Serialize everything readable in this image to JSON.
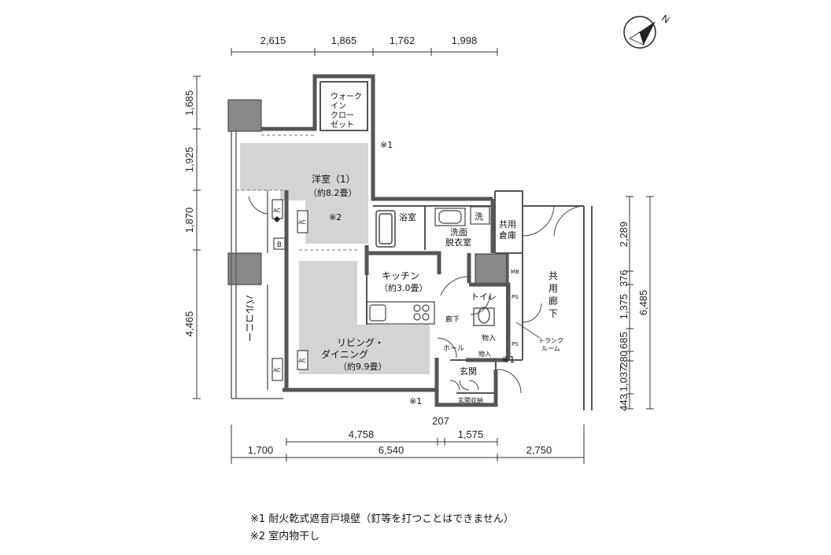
{
  "compass": {
    "north_label": "N",
    "icon": "north-arrow-icon"
  },
  "dimensions": {
    "top": [
      "2,615",
      "1,865",
      "1,762",
      "1,998"
    ],
    "left": [
      "1,685",
      "1,925",
      "1,870",
      "4,465"
    ],
    "right_inner": [
      "2,289",
      "376",
      "1,375",
      "685",
      "280",
      "1,037",
      "443"
    ],
    "right_total": "6,485",
    "bottom_row1": [
      "4,758",
      "207",
      "1,575"
    ],
    "bottom_row2": [
      "1,700",
      "6,540",
      "2,750"
    ]
  },
  "rooms": {
    "wic": [
      "ウォーク",
      "イン",
      "クロー",
      "ゼット"
    ],
    "western_room": "洋室（1）",
    "western_room_area": "（約8.2畳）",
    "laundry_note": "※2",
    "bath": "浴室",
    "washing_machine": "洗",
    "dressing_1": "洗面",
    "dressing_2": "脱衣室",
    "kitchen": "キッチン",
    "kitchen_area": "（約3.0畳）",
    "toilet": "トイレ",
    "corridor": "廊下",
    "hall": "ホール",
    "storage": "物入",
    "entrance": "玄関",
    "entrance_storage": "玄関収納",
    "living_1": "リビング・",
    "living_2": "ダイニング",
    "living_area": "（約9.9畳）",
    "balcony": "バルコニー",
    "shared_storage_1": "共用",
    "shared_storage_2": "倉庫",
    "shared_corridor": [
      "共",
      "用",
      "廊",
      "下"
    ],
    "trunk_room_1": "トランク",
    "trunk_room_2": "ルーム",
    "ac": "AC",
    "mb": "MB",
    "ps": "PS",
    "b": "B"
  },
  "marks": {
    "fire_wall": "※1"
  },
  "notes": [
    "※1 耐火乾式遮音戸境壁（釘等を打つことはできません）",
    "※2 室内物干し"
  ]
}
